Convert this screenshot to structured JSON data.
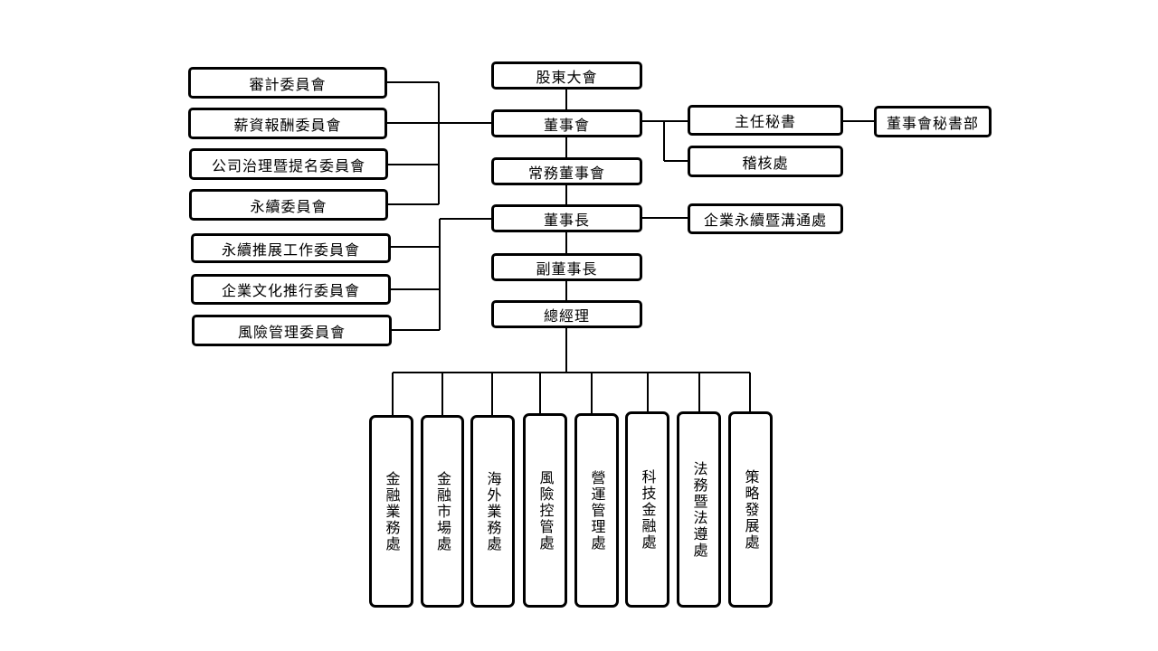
{
  "center": {
    "shareholders": "股東大會",
    "board": "董事會",
    "executive_board": "常務董事會",
    "chairman": "董事長",
    "vice_chairman": "副董事長",
    "president": "總經理"
  },
  "board_committees": [
    "審計委員會",
    "薪資報酬委員會",
    "公司治理暨提名委員會",
    "永續委員會"
  ],
  "board_right": {
    "chief_secretary": "主任秘書",
    "board_secretariat": "董事會秘書部",
    "audit_office": "稽核處"
  },
  "chairman_committees": [
    "永續推展工作委員會",
    "企業文化推行委員會",
    "風險管理委員會"
  ],
  "chairman_right": "企業永續暨溝通處",
  "departments": [
    "金融業務處",
    "金融市場處",
    "海外業務處",
    "風險控管處",
    "營運管理處",
    "科技金融處",
    "法務暨法遵處",
    "策略發展處"
  ]
}
